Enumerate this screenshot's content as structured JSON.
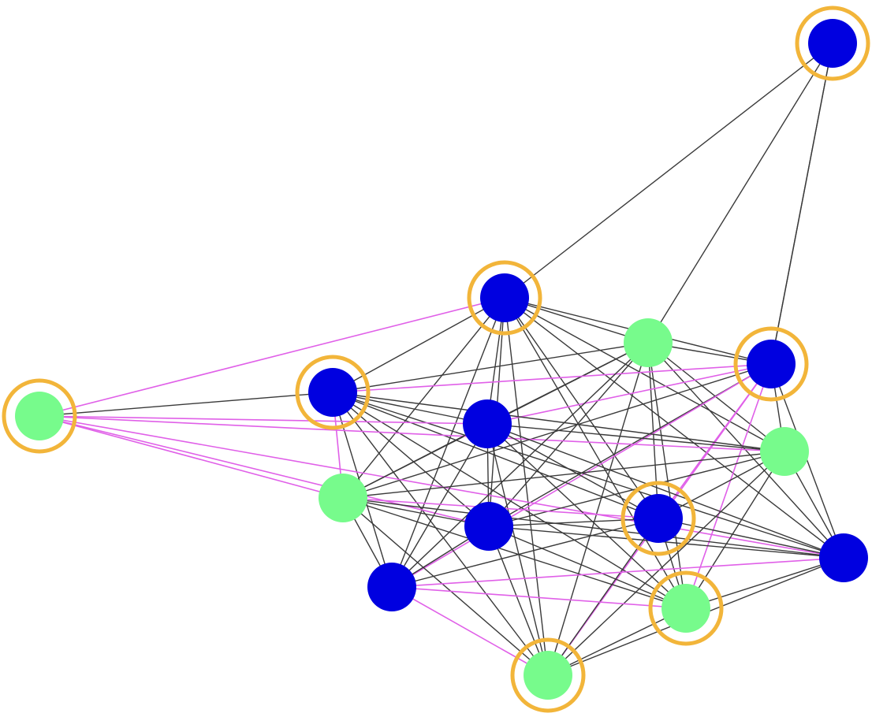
{
  "colors": {
    "blue": "#0000e0",
    "green": "#77fb8c",
    "ring": "#f2b53a",
    "edge_black": "#3a3a3a",
    "edge_magenta": "#e060e8"
  },
  "nodes": [
    {
      "id": "n1",
      "color": "blue",
      "highlighted": true
    },
    {
      "id": "n2",
      "color": "blue",
      "highlighted": true
    },
    {
      "id": "n3",
      "color": "green",
      "highlighted": false
    },
    {
      "id": "n4",
      "color": "blue",
      "highlighted": true
    },
    {
      "id": "n5",
      "color": "blue",
      "highlighted": true
    },
    {
      "id": "n6",
      "color": "green",
      "highlighted": true
    },
    {
      "id": "n7",
      "color": "blue",
      "highlighted": false
    },
    {
      "id": "n8",
      "color": "green",
      "highlighted": false
    },
    {
      "id": "n9",
      "color": "green",
      "highlighted": false
    },
    {
      "id": "n10",
      "color": "blue",
      "highlighted": false
    },
    {
      "id": "n11",
      "color": "blue",
      "highlighted": true
    },
    {
      "id": "n12",
      "color": "blue",
      "highlighted": false
    },
    {
      "id": "n13",
      "color": "blue",
      "highlighted": false
    },
    {
      "id": "n14",
      "color": "green",
      "highlighted": true
    },
    {
      "id": "n15",
      "color": "green",
      "highlighted": true
    }
  ],
  "edges": [
    [
      "n1",
      "n2",
      "black"
    ],
    [
      "n1",
      "n3",
      "black"
    ],
    [
      "n1",
      "n4",
      "black"
    ],
    [
      "n2",
      "n5",
      "black"
    ],
    [
      "n2",
      "n7",
      "black"
    ],
    [
      "n2",
      "n3",
      "black"
    ],
    [
      "n2",
      "n4",
      "black"
    ],
    [
      "n2",
      "n8",
      "black"
    ],
    [
      "n2",
      "n10",
      "black"
    ],
    [
      "n2",
      "n11",
      "black"
    ],
    [
      "n2",
      "n12",
      "black"
    ],
    [
      "n2",
      "n13",
      "black"
    ],
    [
      "n2",
      "n14",
      "black"
    ],
    [
      "n2",
      "n15",
      "black"
    ],
    [
      "n2",
      "n6",
      "magenta"
    ],
    [
      "n2",
      "n9",
      "black"
    ],
    [
      "n3",
      "n5",
      "black"
    ],
    [
      "n3",
      "n4",
      "black"
    ],
    [
      "n3",
      "n7",
      "black"
    ],
    [
      "n3",
      "n8",
      "black"
    ],
    [
      "n3",
      "n10",
      "black"
    ],
    [
      "n3",
      "n11",
      "black"
    ],
    [
      "n3",
      "n12",
      "black"
    ],
    [
      "n3",
      "n14",
      "black"
    ],
    [
      "n3",
      "n9",
      "black"
    ],
    [
      "n3",
      "n15",
      "black"
    ],
    [
      "n4",
      "n5",
      "magenta"
    ],
    [
      "n4",
      "n7",
      "magenta"
    ],
    [
      "n4",
      "n8",
      "black"
    ],
    [
      "n4",
      "n9",
      "black"
    ],
    [
      "n4",
      "n10",
      "black"
    ],
    [
      "n4",
      "n11",
      "magenta"
    ],
    [
      "n4",
      "n12",
      "black"
    ],
    [
      "n4",
      "n13",
      "magenta"
    ],
    [
      "n4",
      "n14",
      "magenta"
    ],
    [
      "n4",
      "n15",
      "magenta"
    ],
    [
      "n5",
      "n6",
      "black"
    ],
    [
      "n5",
      "n7",
      "black"
    ],
    [
      "n5",
      "n8",
      "black"
    ],
    [
      "n5",
      "n9",
      "magenta"
    ],
    [
      "n5",
      "n10",
      "black"
    ],
    [
      "n5",
      "n11",
      "black"
    ],
    [
      "n5",
      "n13",
      "black"
    ],
    [
      "n5",
      "n14",
      "black"
    ],
    [
      "n5",
      "n12",
      "black"
    ],
    [
      "n5",
      "n15",
      "black"
    ],
    [
      "n6",
      "n8",
      "magenta"
    ],
    [
      "n6",
      "n9",
      "magenta"
    ],
    [
      "n6",
      "n10",
      "magenta"
    ],
    [
      "n6",
      "n12",
      "magenta"
    ],
    [
      "n6",
      "n7",
      "magenta"
    ],
    [
      "n7",
      "n8",
      "black"
    ],
    [
      "n7",
      "n9",
      "black"
    ],
    [
      "n7",
      "n10",
      "black"
    ],
    [
      "n7",
      "n11",
      "black"
    ],
    [
      "n7",
      "n12",
      "black"
    ],
    [
      "n7",
      "n13",
      "black"
    ],
    [
      "n7",
      "n14",
      "black"
    ],
    [
      "n7",
      "n15",
      "black"
    ],
    [
      "n8",
      "n9",
      "black"
    ],
    [
      "n8",
      "n10",
      "black"
    ],
    [
      "n8",
      "n11",
      "black"
    ],
    [
      "n8",
      "n12",
      "black"
    ],
    [
      "n8",
      "n14",
      "black"
    ],
    [
      "n8",
      "n15",
      "black"
    ],
    [
      "n9",
      "n10",
      "black"
    ],
    [
      "n9",
      "n11",
      "magenta"
    ],
    [
      "n9",
      "n12",
      "black"
    ],
    [
      "n9",
      "n13",
      "black"
    ],
    [
      "n9",
      "n14",
      "black"
    ],
    [
      "n9",
      "n15",
      "black"
    ],
    [
      "n10",
      "n11",
      "black"
    ],
    [
      "n10",
      "n12",
      "black"
    ],
    [
      "n10",
      "n13",
      "black"
    ],
    [
      "n10",
      "n14",
      "black"
    ],
    [
      "n10",
      "n15",
      "black"
    ],
    [
      "n11",
      "n12",
      "black"
    ],
    [
      "n11",
      "n13",
      "black"
    ],
    [
      "n11",
      "n14",
      "black"
    ],
    [
      "n11",
      "n15",
      "black"
    ],
    [
      "n12",
      "n13",
      "magenta"
    ],
    [
      "n12",
      "n14",
      "black"
    ],
    [
      "n12",
      "n15",
      "black"
    ],
    [
      "n13",
      "n14",
      "magenta"
    ],
    [
      "n13",
      "n15",
      "magenta"
    ],
    [
      "n14",
      "n15",
      "black"
    ],
    [
      "n3",
      "n13",
      "black"
    ],
    [
      "n1",
      "n4",
      "black"
    ]
  ]
}
